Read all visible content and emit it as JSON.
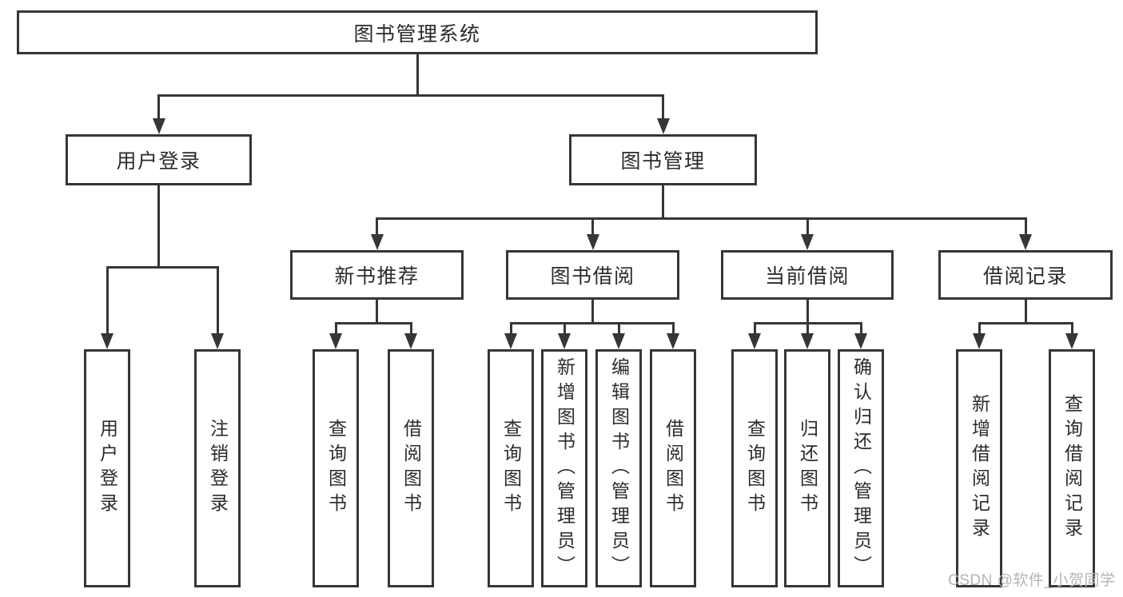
{
  "tree": {
    "root": {
      "label": "图书管理系统",
      "children": [
        {
          "label": "用户登录",
          "children": [
            {
              "label": "用户登录"
            },
            {
              "label": "注销登录"
            }
          ]
        },
        {
          "label": "图书管理",
          "children": [
            {
              "label": "新书推荐",
              "children": [
                {
                  "label": "查询图书"
                },
                {
                  "label": "借阅图书"
                }
              ]
            },
            {
              "label": "图书借阅",
              "children": [
                {
                  "label": "查询图书"
                },
                {
                  "label": "新增图书（管理员）"
                },
                {
                  "label": "编辑图书（管理员）"
                },
                {
                  "label": "借阅图书"
                }
              ]
            },
            {
              "label": "当前借阅",
              "children": [
                {
                  "label": "查询图书"
                },
                {
                  "label": "归还图书"
                },
                {
                  "label": "确认归还（管理员）"
                }
              ]
            },
            {
              "label": "借阅记录",
              "children": [
                {
                  "label": "新增借阅记录"
                },
                {
                  "label": "查询借阅记录"
                }
              ]
            }
          ]
        }
      ]
    }
  },
  "watermark": "CSDN @软件_小贺同学",
  "colors": {
    "line": "#363636",
    "text": "#2b2b2b",
    "watermark_text": "#b4b4b4",
    "background": "#ffffff"
  }
}
